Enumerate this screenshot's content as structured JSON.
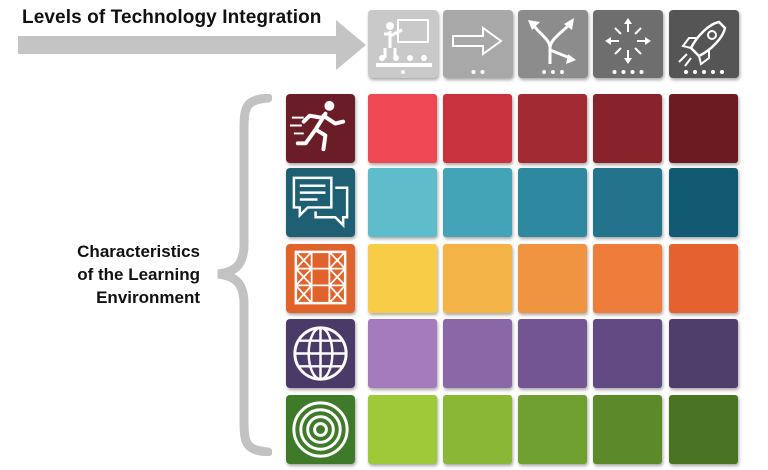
{
  "header": {
    "title": "Levels of Technology Integration"
  },
  "levels": [
    {
      "icon": "teacher-presenting-icon",
      "dots": 1,
      "color": "#c9c9c9"
    },
    {
      "icon": "arrow-right-icon",
      "dots": 2,
      "color": "#a8a8a8"
    },
    {
      "icon": "branching-arrows-icon",
      "dots": 3,
      "color": "#8c8c8c"
    },
    {
      "icon": "expanding-arrows-icon",
      "dots": 4,
      "color": "#6e6e6e"
    },
    {
      "icon": "rocket-icon",
      "dots": 5,
      "color": "#555555"
    }
  ],
  "characteristics": {
    "label_lines": [
      "Characteristics",
      "of the Learning",
      "Environment"
    ],
    "rows": [
      {
        "icon": "running-person-icon",
        "icon_color": "#6b1d27",
        "cells": [
          "#ef4854",
          "#c8323e",
          "#a12a33",
          "#88232b",
          "#6c1b22"
        ]
      },
      {
        "icon": "chat-bubbles-icon",
        "icon_color": "#1e5f73",
        "cells": [
          "#5fbccb",
          "#44a4b7",
          "#2e89a0",
          "#22738b",
          "#125a72"
        ]
      },
      {
        "icon": "scaffold-icon",
        "icon_color": "#e0632c",
        "cells": [
          "#f7cd47",
          "#f4b347",
          "#f09441",
          "#ee7d3b",
          "#e5612f"
        ]
      },
      {
        "icon": "globe-icon",
        "icon_color": "#4a3a67",
        "cells": [
          "#a67bbd",
          "#8a67a6",
          "#735593",
          "#624a82",
          "#4f3d6c"
        ]
      },
      {
        "icon": "target-icon",
        "icon_color": "#3f7a2a",
        "cells": [
          "#a0c93a",
          "#88b836",
          "#6f9f2f",
          "#5c8a2a",
          "#4a7424"
        ]
      }
    ]
  }
}
